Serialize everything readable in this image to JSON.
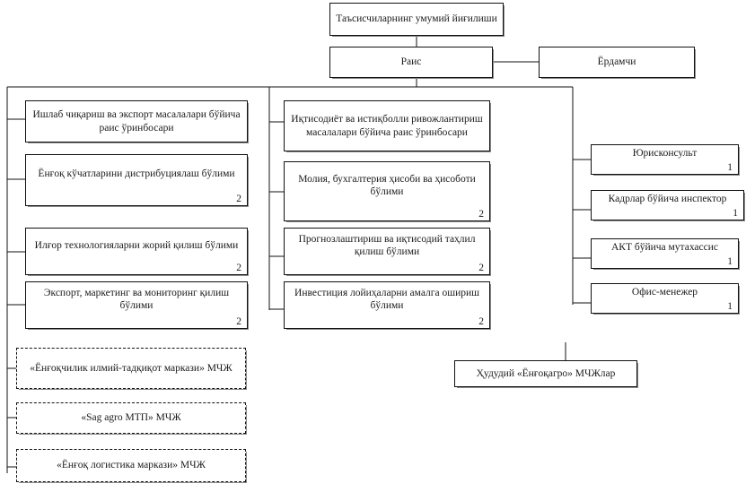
{
  "diagram": {
    "title": "Organizational structure chart",
    "language": "uz-Cyrl",
    "nodes": {
      "founders_meeting": {
        "label": "Таъсисчиларнинг умумий йиғилиши"
      },
      "chairman": {
        "label": "Раис"
      },
      "assistant": {
        "label": "Ёрдамчи"
      },
      "deputy_production": {
        "label": "Ишлаб чиқариш ва экспорт масалалари бўйича раис ўринбосари"
      },
      "dept_seedling_distribution": {
        "label": "Ёнғоқ кўчатларини дистрибуциялаш бўлими",
        "count": "2"
      },
      "dept_advanced_tech": {
        "label": "Илғор технологияларни жорий қилиш бўлими",
        "count": "2"
      },
      "dept_export_marketing": {
        "label": "Экспорт, маркетинг ва мониторинг қилиш бўлими",
        "count": "2"
      },
      "llc_research_center": {
        "label": "«Ёнғоқчилик илмий-тадқиқот маркази» МЧЖ"
      },
      "llc_sag_agro": {
        "label": "«Sag agro МТП» МЧЖ"
      },
      "llc_logistics_center": {
        "label": "«Ёнғоқ логистика маркази» МЧЖ"
      },
      "deputy_economy": {
        "label": "Иқтисодиёт ва истиқболли ривожлантириш масалалари бўйича раис ўринбосари"
      },
      "dept_finance_accounting": {
        "label": "Молия, бухгалтерия ҳисоби ва ҳисоботи бўлими",
        "count": "2"
      },
      "dept_forecasting": {
        "label": "Прогнозлаштириш ва иқтисодий таҳлил қилиш бўлими",
        "count": "2"
      },
      "dept_investment": {
        "label": "Инвестиция лойиҳаларни амалга ошириш бўлими",
        "count": "2"
      },
      "legal_counsel": {
        "label": "Юрисконсульт",
        "count": "1"
      },
      "hr_inspector": {
        "label": "Кадрлар бўйича инспектор",
        "count": "1"
      },
      "ict_specialist": {
        "label": "АКТ бўйича мутахассис",
        "count": "1"
      },
      "office_manager": {
        "label": "Офис-менежер",
        "count": "1"
      },
      "regional_llcs": {
        "label": "Ҳудудий «Ёнғоқагро» МЧЖлар"
      }
    },
    "colors": {
      "border": "#111111",
      "shadow": "#8a8a8a",
      "background": "#ffffff",
      "text": "#1a1a1a"
    }
  }
}
